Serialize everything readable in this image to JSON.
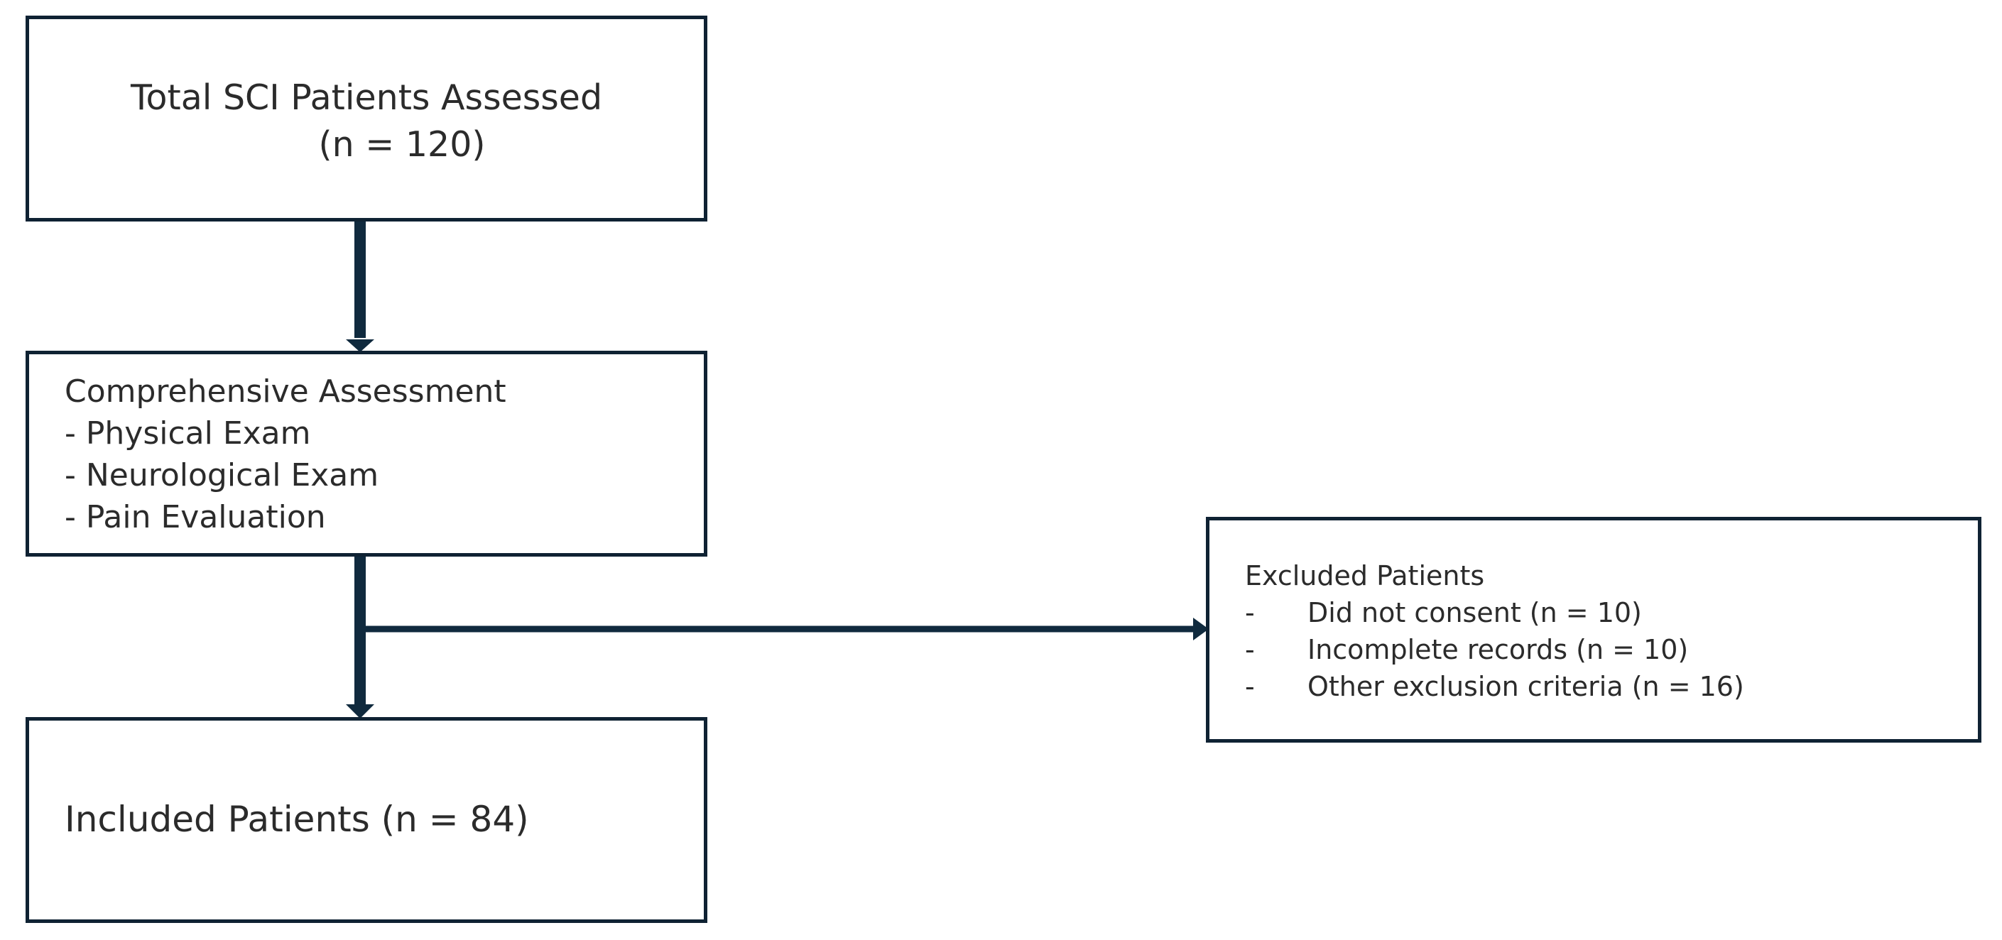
{
  "diagram": {
    "total_box": {
      "line1": "Total SCI Patients Assessed",
      "line2": "(n = 120)"
    },
    "assessment_box": {
      "title": "Comprehensive Assessment",
      "items": [
        "- Physical Exam",
        "- Neurological Exam",
        "- Pain Evaluation"
      ]
    },
    "included_box": {
      "text": "Included Patients (n = 84)"
    },
    "excluded_box": {
      "title": "Excluded Patients",
      "bullet": "-",
      "items": [
        "Did not consent (n = 10)",
        "Incomplete records (n = 10)",
        "Other exclusion criteria (n = 16)"
      ]
    },
    "colors": {
      "border": "#0f2233",
      "arrow": "#102a3e",
      "text": "#2b2b2b"
    }
  }
}
